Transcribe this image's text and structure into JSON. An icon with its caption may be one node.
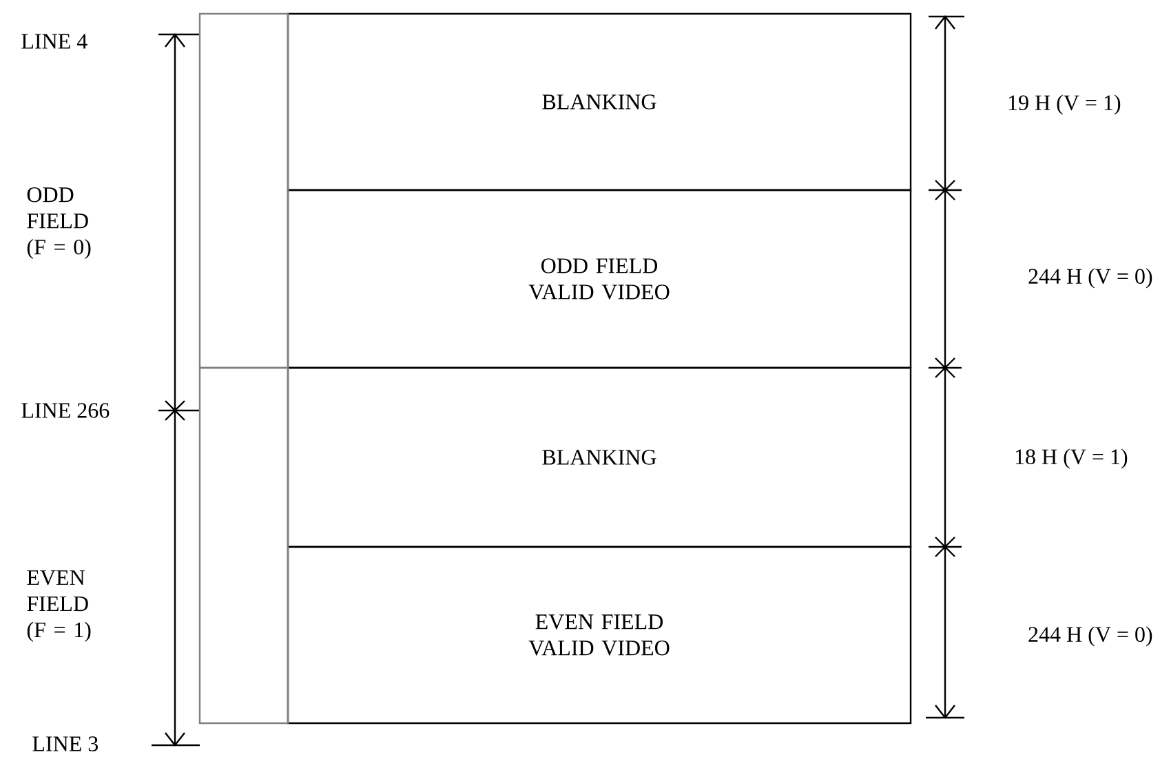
{
  "diagram": {
    "nodes": [
      {
        "text": [
          "BLANKING"
        ]
      },
      {
        "text": [
          "ODD FIELD VALID VIDEO"
        ]
      },
      {
        "text": [
          "BLANKING"
        ]
      },
      {
        "text": [
          "EVEN FIELD VALID VIDEO"
        ]
      },
      {
        "text": [],
        "shape": "box"
      },
      {
        "text": [],
        "shape": "box"
      }
    ],
    "edges": [],
    "labels": [
      "LINE 4",
      "19 H (V = 1)",
      "ODD FIELD (F = 0)",
      "244 H (V = 0)",
      "LINE 266",
      "18 H (V = 1)",
      "EVEN FIELD (F = 1)",
      "244 H (V = 0)",
      "LINE 3"
    ]
  }
}
